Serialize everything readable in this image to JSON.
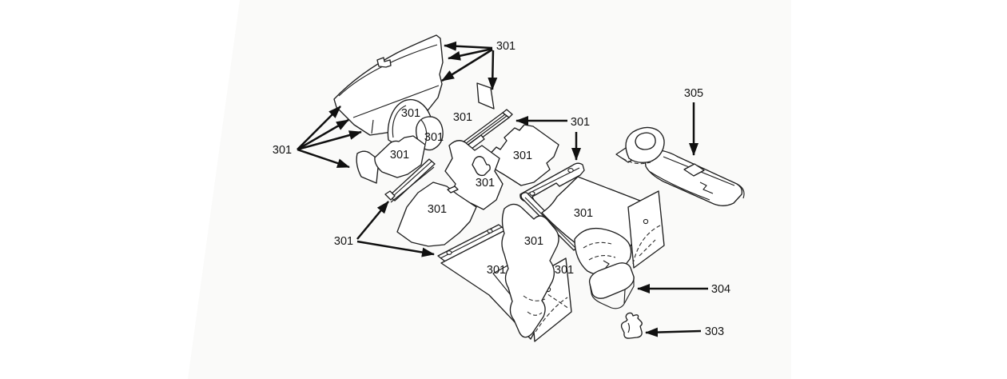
{
  "diagram": {
    "kind": "exploded-parts-diagram",
    "subject": "interior insulation and sound-deadening panels",
    "background_color": "#ffffff",
    "scan_tint_color": "#fafaf9",
    "line_color": "#1f1f1f",
    "text_color": "#141414",
    "part_numbers": {
      "insulation": "301",
      "grommet": "303",
      "pad": "304",
      "console": "305"
    },
    "callouts": [
      {
        "part": "301",
        "location": "left",
        "arrow_count": 4
      },
      {
        "part": "301",
        "location": "top-right",
        "arrow_count": 4
      },
      {
        "part": "301",
        "location": "mid-right",
        "arrow_count": 2
      },
      {
        "part": "301",
        "location": "bottom-left",
        "arrow_count": 2
      },
      {
        "part": "305",
        "location": "top-far-right",
        "arrow_count": 1
      },
      {
        "part": "304",
        "location": "lower-right",
        "arrow_count": 1
      },
      {
        "part": "303",
        "location": "bottom-right",
        "arrow_count": 1
      }
    ],
    "inline_label_count": 11
  }
}
